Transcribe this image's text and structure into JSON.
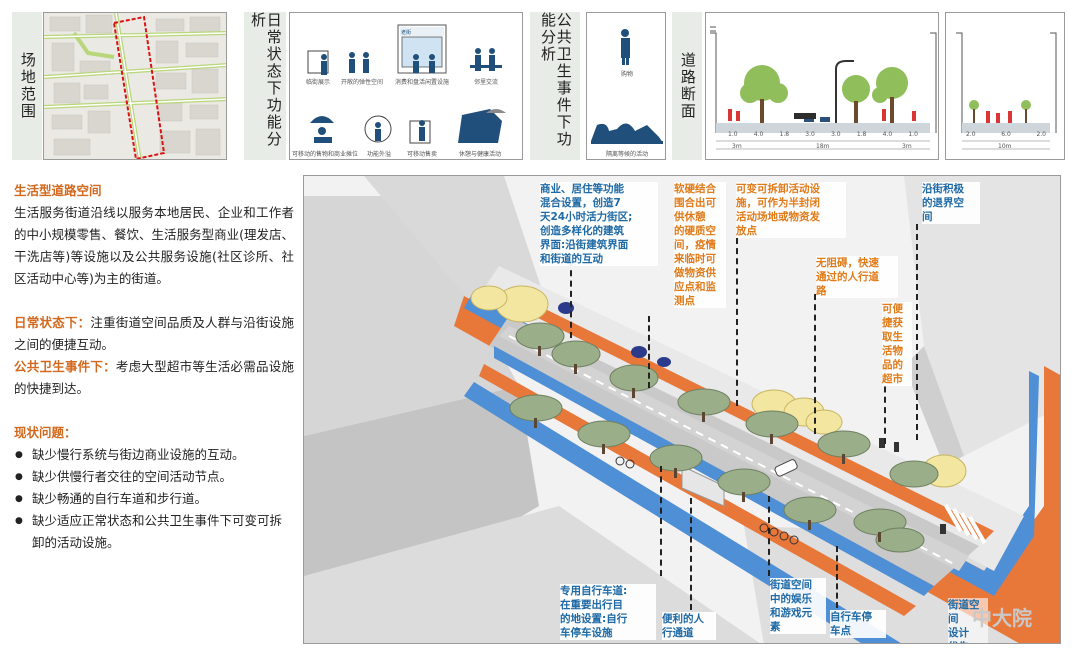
{
  "top": {
    "labels": {
      "site": "场地范围",
      "daily": "日常状态下功能分析",
      "public": "公共卫生事件下功能分析",
      "section": "道路断面"
    },
    "daily_captions": [
      "临街展示",
      "开敞的弹性空间",
      "消费和盘活闲置设施",
      "邻里交流",
      "可移动的售物和商业摊位",
      "功能外溢",
      "可移动售卖",
      "休憩与健康活动"
    ],
    "daily_sign": "老街",
    "public_captions": [
      "购物",
      "隔离等候的活动"
    ],
    "section_dims_1": [
      "1.0",
      "4.0",
      "1.8",
      "3.0",
      "3.0",
      "1.8",
      "4.0",
      "1.0"
    ],
    "section_total_1": "18m",
    "section_left_1": "3m",
    "section_right_1": "3m",
    "section_dims_2": [
      "2.0",
      "6.0",
      "2.0"
    ],
    "section_total_2": "10m"
  },
  "left": {
    "title": "生活型道路空间",
    "desc": "生活服务街道沿线以服务本地居民、企业和工作者的中小规模零售、餐饮、生活服务型商业(理发店、干洗店等)等设施以及公共服务设施(社区诊所、社区活动中心等)为主的街道。",
    "daily_label": "日常状态下：",
    "daily_text": "注重街道空间品质及人群与沿街设施之间的便捷互动。",
    "public_label": "公共卫生事件下：",
    "public_text": "考虑大型超市等生活必需品设施的快捷到达。",
    "issues_title": "现状问题：",
    "issues": [
      "缺少慢行系统与街边商业设施的互动。",
      "缺少供慢行者交往的空间活动节点。",
      "缺少畅通的自行车道和步行道。",
      "缺少适应正常状态和公共卫生事件下可变可拆卸的活动设施。"
    ]
  },
  "annotations": [
    {
      "text": "商业、居住等功能\n混合设置，创造7\n天24小时活力街区;\n创造多样化的建筑\n界面:沿街建筑界面\n和街道的互动",
      "color": "blue"
    },
    {
      "text": "软硬结合\n围合出可\n供休憩\n的硬质空\n间，疫情\n来临时可\n做物资供\n应点和监\n测点",
      "color": "orange"
    },
    {
      "text": "可变可拆卸活动设\n施，可作为半封闭\n活动场地或物资发\n放点",
      "color": "orange"
    },
    {
      "text": "沿街积极\n的退界空\n间",
      "color": "blue"
    },
    {
      "text": "无阻碍，快速\n通过的人行道\n路",
      "color": "orange"
    },
    {
      "text": "可便\n捷获\n取生\n活物\n品的\n超市",
      "color": "orange"
    },
    {
      "text": "专用自行车道:\n在重要出行目\n的地设置:自行\n车停车设施",
      "color": "blue"
    },
    {
      "text": "便利的人\n行通道",
      "color": "blue"
    },
    {
      "text": "街道空间\n中的娱乐\n和游戏元\n素",
      "color": "blue"
    },
    {
      "text": "自行车停\n车点",
      "color": "blue"
    },
    {
      "text": "街道空间\n设计\n优先",
      "color": "blue"
    }
  ],
  "watermark": "中大院"
}
